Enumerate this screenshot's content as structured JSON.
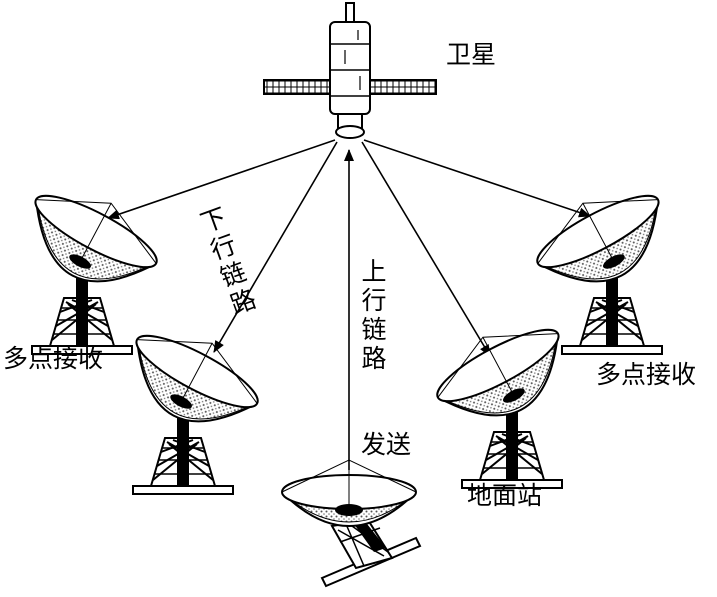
{
  "labels": {
    "satellite": "卫星",
    "downlink": "下行链路",
    "uplink": "上行链路",
    "multipoint_left": "多点接收",
    "multipoint_right": "多点接收",
    "send": "发送",
    "ground_station": "地面站"
  },
  "colors": {
    "ink": "#000000",
    "background": "#ffffff"
  }
}
